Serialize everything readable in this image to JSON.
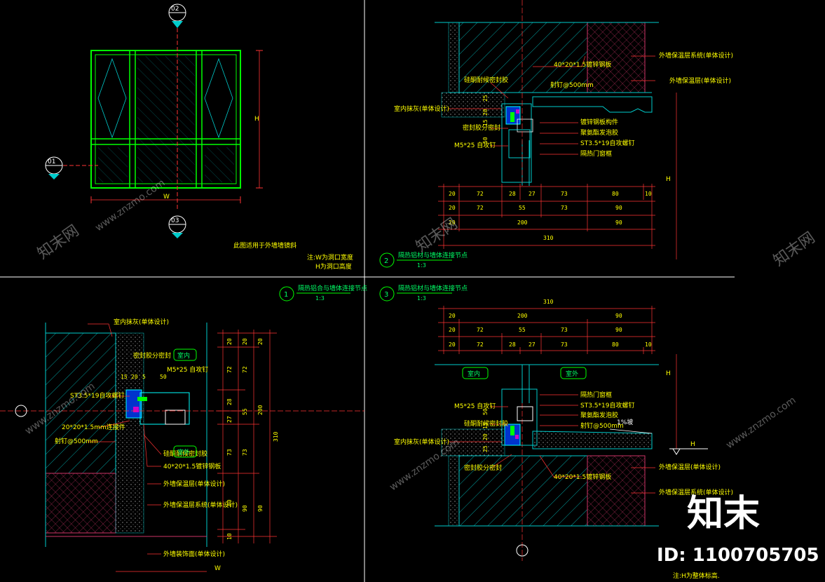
{
  "elevation": {
    "markers": {
      "top": "02",
      "left": "01",
      "bottom": "03"
    },
    "width_label": "W",
    "height_label": "H",
    "caption": "此图适用于外墙墙镜斜",
    "note_line1": "注:W为洞口宽度",
    "note_line2": "H为洞口高度"
  },
  "detail1": {
    "number": "1",
    "title": "隔热铝合与墙体连接节点",
    "scale": "1:3",
    "labels": [
      "室内抹灰(单体设计)",
      "ST3.5*19自攻螺钉",
      "20*20*1.5mm连接件",
      "射钉@500mm",
      "密封胶分密封",
      "M5*25 自攻钉",
      "硅酮耐候密封胶",
      "40*20*1.5镀锌钢板",
      "外墙保温层(单体设计)",
      "外墙保温层系统(单体设计)",
      "外墙装饰面(单体设计)"
    ],
    "room_in": "室内",
    "room_out": "室外",
    "width_label": "W",
    "dims_a": [
      "20",
      "72",
      "28",
      "27",
      "73",
      "80",
      "10"
    ],
    "dims_b": [
      "20",
      "72",
      "55",
      "73",
      "90"
    ],
    "dims_c": [
      "20",
      "200",
      "90"
    ],
    "dim_total": "310",
    "dims_small": [
      "15",
      "20",
      "5",
      "50"
    ]
  },
  "detail2": {
    "number": "2",
    "title": "隔热铝材与墙体连接节点",
    "scale": "1:3",
    "labels": [
      "外墙保温层系统(单体设计)",
      "外墙保温层(单体设计)",
      "40*20*1.5镀锌钢板",
      "射钉@500mm",
      "硅酮耐候密封胶",
      "室内抹灰(单体设计)",
      "密封胶分密封",
      "M5*25 自攻钉",
      "镀锌钢板构件",
      "聚氨酯发泡胶",
      "ST3.5*19自攻螺钉",
      "隔热门窗框"
    ],
    "height_label": "H",
    "dims_a": [
      "20",
      "72",
      "28",
      "27",
      "73",
      "80",
      "10"
    ],
    "dims_b": [
      "20",
      "72",
      "55",
      "73",
      "90"
    ],
    "dims_c": [
      "20",
      "200",
      "90"
    ],
    "dim_total": "310",
    "dims_side": [
      "25",
      "20",
      "15",
      "50"
    ]
  },
  "detail3": {
    "number": "3",
    "title": "隔热铝材与墙体连接节点",
    "scale": "1:3",
    "labels": [
      "隔热门窗框",
      "ST3.5*19自攻螺钉",
      "聚氨酯发泡胶",
      "射钉@500mm",
      "M5*25 自攻钉",
      "硅酮耐候密封胶",
      "室内抹灰(单体设计)",
      "密封胶分密封",
      "40*20*1.5镀锌钢板",
      "外墙保温层(单体设计)",
      "外墙保温层系统(单体设计)"
    ],
    "room_in": "室内",
    "room_out": "室外",
    "height_label": "H",
    "slope": "1%坡",
    "dim_total": "310",
    "dims_c": [
      "20",
      "200",
      "90"
    ],
    "dims_b": [
      "20",
      "72",
      "55",
      "73",
      "90"
    ],
    "dims_a": [
      "20",
      "72",
      "28",
      "27",
      "73",
      "80",
      "10"
    ],
    "dims_side": [
      "25",
      "20",
      "15",
      "50"
    ],
    "note": "注:H为整体标高."
  },
  "watermark": {
    "brand": "知末",
    "id": "ID: 1100705705",
    "site": "www.znzmo.com",
    "site_cn": "知末网"
  }
}
